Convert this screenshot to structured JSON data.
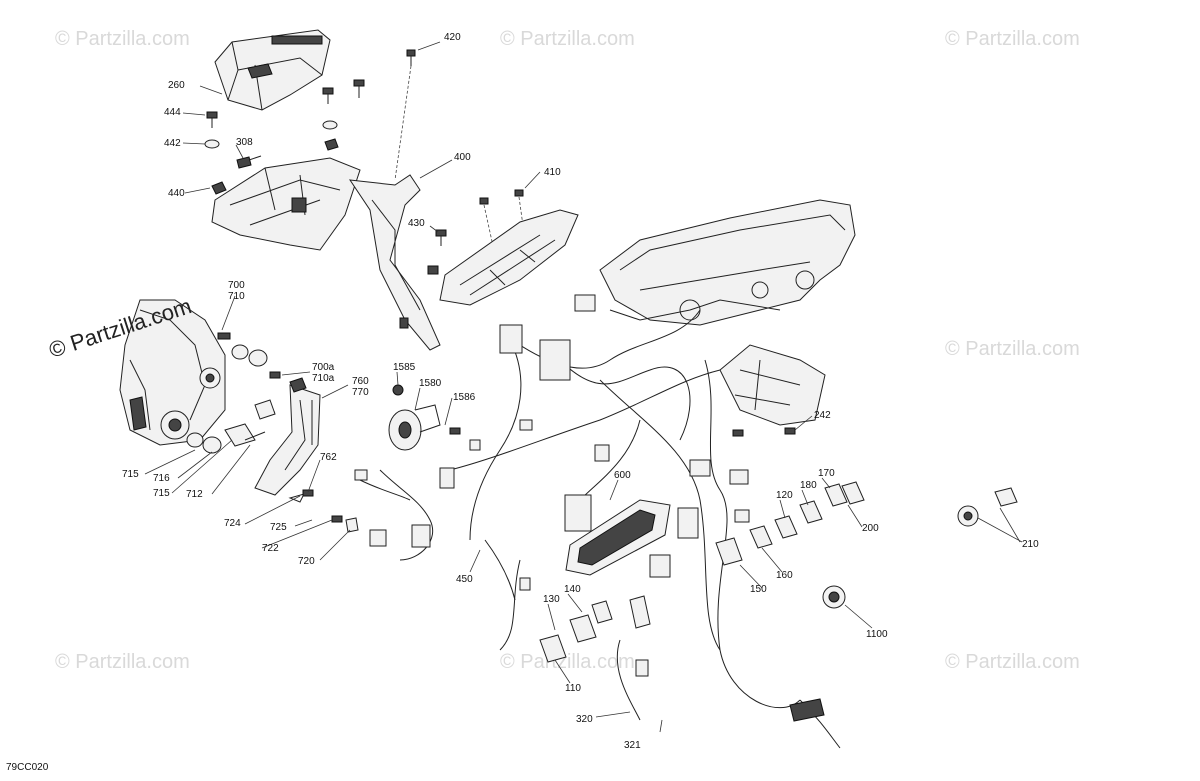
{
  "watermark": {
    "text": "© Partzilla.com",
    "dark_text": "© Partzilla.com"
  },
  "figure_code": "79CC020",
  "callouts": {
    "c420": "420",
    "c260": "260",
    "c444": "444",
    "c442": "442",
    "c308": "308",
    "c440": "440",
    "c400": "400",
    "c410": "410",
    "c430": "430",
    "c700": "700",
    "c710": "710",
    "c700a": "700a",
    "c710a": "710a",
    "c760": "760",
    "c770": "770",
    "c1585": "1585",
    "c1580": "1580",
    "c1586": "1586",
    "c762": "762",
    "c715a": "715",
    "c716": "716",
    "c715b": "715",
    "c712": "712",
    "c724": "724",
    "c725": "725",
    "c722": "722",
    "c720": "720",
    "c600": "600",
    "c450": "450",
    "c242": "242",
    "c170": "170",
    "c180": "180",
    "c120": "120",
    "c200": "200",
    "c160": "160",
    "c150": "150",
    "c210": "210",
    "c1100": "1100",
    "c140": "140",
    "c130": "130",
    "c110": "110",
    "c320": "320",
    "c321": "321"
  }
}
